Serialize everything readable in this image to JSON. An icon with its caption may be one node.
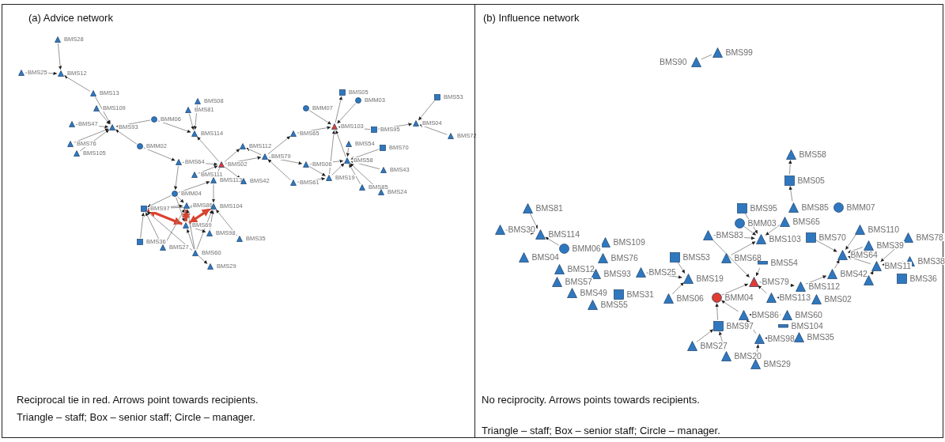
{
  "diagram": {
    "nodes": [
      {
        "text": [
          "(a)  Advice network",
          "Reciprocal tie in red. Arrows point towards recipients.",
          "Triangle – staff; Box – senior staff; Circle – manager."
        ]
      },
      {
        "text": [],
        "shape": "triangle",
        "beside": [
          "BMS28"
        ],
        "in": 0
      },
      {
        "text": [],
        "shape": "triangle",
        "beside": [
          "BMS25"
        ],
        "in": 0
      },
      {
        "text": [],
        "shape": "triangle",
        "beside": [
          "BMS12"
        ],
        "in": 0
      },
      {
        "text": [],
        "shape": "triangle",
        "beside": [
          "BMS13"
        ],
        "in": 0
      },
      {
        "text": [],
        "shape": "triangle",
        "beside": [
          "BMS109"
        ],
        "in": 0
      },
      {
        "text": [],
        "shape": "triangle",
        "beside": [
          "BMS08"
        ],
        "in": 0
      },
      {
        "text": [],
        "shape": "triangle",
        "beside": [
          "BMS81"
        ],
        "in": 0
      },
      {
        "text": [],
        "shape": "box",
        "beside": [
          "BMS05"
        ],
        "in": 0
      },
      {
        "text": [],
        "shape": "circle",
        "beside": [
          "BMM03"
        ],
        "in": 0
      },
      {
        "text": [],
        "shape": "circle",
        "beside": [
          "BMM07"
        ],
        "in": 0
      },
      {
        "text": [],
        "shape": "box",
        "beside": [
          "BMS53"
        ],
        "in": 0
      },
      {
        "text": [],
        "shape": "circle",
        "beside": [
          "BMM06"
        ],
        "in": 0
      },
      {
        "text": [],
        "shape": "triangle",
        "beside": [
          "BMS47"
        ],
        "in": 0
      },
      {
        "text": [],
        "shape": "triangle",
        "beside": [
          "BMS93"
        ],
        "in": 0
      },
      {
        "text": [],
        "shape": "triangle",
        "beside": [
          "BMS04"
        ],
        "in": 0
      },
      {
        "text": [],
        "shape": "triangle",
        "beside": [
          "BMS103"
        ],
        "in": 0
      },
      {
        "text": [],
        "shape": "box",
        "beside": [
          "BMS95"
        ],
        "in": 0
      },
      {
        "text": [],
        "shape": "triangle",
        "beside": [
          "BMS114"
        ],
        "in": 0
      },
      {
        "text": [],
        "shape": "triangle",
        "beside": [
          "BMS65"
        ],
        "in": 0
      },
      {
        "text": [],
        "shape": "triangle",
        "beside": [
          "BMS72"
        ],
        "in": 0
      },
      {
        "text": [],
        "shape": "triangle",
        "beside": [
          "BMS76"
        ],
        "in": 0
      },
      {
        "text": [],
        "shape": "triangle",
        "beside": [
          "BMS54"
        ],
        "in": 0
      },
      {
        "text": [],
        "shape": "box",
        "beside": [
          "BMS70"
        ],
        "in": 0
      },
      {
        "text": [],
        "shape": "circle",
        "beside": [
          "BMM02"
        ],
        "in": 0
      },
      {
        "text": [],
        "shape": "triangle",
        "beside": [
          "BMS112"
        ],
        "in": 0
      },
      {
        "text": [],
        "shape": "triangle",
        "beside": [
          "BMS105"
        ],
        "in": 0
      },
      {
        "text": [],
        "shape": "triangle",
        "beside": [
          "BMS79"
        ],
        "in": 0
      },
      {
        "text": [],
        "shape": "triangle",
        "beside": [
          "BMS58"
        ],
        "in": 0
      },
      {
        "text": [],
        "shape": "triangle",
        "beside": [
          "BMS64"
        ],
        "in": 0
      },
      {
        "text": [],
        "shape": "triangle",
        "beside": [
          "BMS02"
        ],
        "in": 0
      },
      {
        "text": [],
        "shape": "triangle",
        "beside": [
          "BMS06"
        ],
        "in": 0
      },
      {
        "text": [],
        "shape": "triangle",
        "beside": [
          "BMS43"
        ],
        "in": 0
      },
      {
        "text": [],
        "shape": "triangle",
        "beside": [
          "BMS111"
        ],
        "in": 0
      },
      {
        "text": [],
        "shape": "triangle",
        "beside": [
          "BMS19"
        ],
        "in": 0
      },
      {
        "text": [],
        "shape": "triangle",
        "beside": [
          "BMS113"
        ],
        "in": 0
      },
      {
        "text": [],
        "shape": "triangle",
        "beside": [
          "BMS42"
        ],
        "in": 0
      },
      {
        "text": [],
        "shape": "triangle",
        "beside": [
          "BMS61"
        ],
        "in": 0
      },
      {
        "text": [],
        "shape": "triangle",
        "beside": [
          "BMS85"
        ],
        "in": 0
      },
      {
        "text": [],
        "shape": "triangle",
        "beside": [
          "BMS24"
        ],
        "in": 0
      },
      {
        "text": [],
        "shape": "circle",
        "beside": [
          "BMM04"
        ],
        "in": 0
      },
      {
        "text": [],
        "shape": "triangle",
        "beside": [
          "BMS86"
        ],
        "in": 0
      },
      {
        "text": [],
        "shape": "triangle",
        "beside": [
          "BMS104"
        ],
        "in": 0
      },
      {
        "text": [],
        "shape": "box",
        "beside": [
          "BMS97"
        ],
        "in": 0
      },
      {
        "text": [],
        "shape": "triangle",
        "beside": [
          "BMS69"
        ],
        "in": 0
      },
      {
        "text": [],
        "shape": "triangle",
        "beside": [
          "BMS98"
        ],
        "in": 0
      },
      {
        "text": [],
        "shape": "triangle",
        "beside": [
          "BMS35"
        ],
        "in": 0
      },
      {
        "text": [],
        "shape": "box",
        "beside": [
          "BMS36"
        ],
        "in": 0
      },
      {
        "text": [],
        "shape": "triangle",
        "beside": [
          "BMS27"
        ],
        "in": 0
      },
      {
        "text": [],
        "shape": "triangle",
        "beside": [
          "BMS60"
        ],
        "in": 0
      },
      {
        "text": [],
        "shape": "triangle",
        "beside": [
          "BMS29"
        ],
        "in": 0
      },
      {
        "text": [
          "(b) Influence network",
          "No reciprocity. Arrows points towards recipients.",
          "Triangle – staff; Box – senior staff; Circle – manager."
        ]
      },
      {
        "text": [],
        "shape": "triangle",
        "beside": [
          "BMS90"
        ],
        "in": 51
      },
      {
        "text": [],
        "shape": "triangle",
        "beside": [
          "BMS99"
        ],
        "in": 51
      },
      {
        "text": [],
        "shape": "triangle",
        "beside": [
          "BMS58"
        ],
        "in": 51
      },
      {
        "text": [],
        "shape": "box",
        "beside": [
          "BMS05"
        ],
        "in": 51
      },
      {
        "text": [],
        "shape": "box",
        "beside": [
          "BMS95"
        ],
        "in": 51
      },
      {
        "text": [],
        "shape": "triangle",
        "beside": [
          "BMS85"
        ],
        "in": 51
      },
      {
        "text": [],
        "shape": "circle",
        "beside": [
          "BMM07"
        ],
        "in": 51
      },
      {
        "text": [],
        "shape": "circle",
        "beside": [
          "BMM03"
        ],
        "in": 51
      },
      {
        "text": [],
        "shape": "triangle",
        "beside": [
          "BMS65"
        ],
        "in": 51
      },
      {
        "text": [],
        "shape": "triangle",
        "beside": [
          "BMS81"
        ],
        "in": 51
      },
      {
        "text": [],
        "shape": "triangle",
        "beside": [
          "BMS30"
        ],
        "in": 51
      },
      {
        "text": [],
        "shape": "triangle",
        "beside": [
          "BMS110"
        ],
        "in": 51
      },
      {
        "text": [],
        "shape": "triangle",
        "beside": [
          "BMS114"
        ],
        "in": 51
      },
      {
        "text": [],
        "shape": "triangle",
        "beside": [
          "BMS83"
        ],
        "in": 51
      },
      {
        "text": [],
        "shape": "triangle",
        "beside": [
          "BMS103"
        ],
        "in": 51
      },
      {
        "text": [],
        "shape": "box",
        "beside": [
          "BMS70"
        ],
        "in": 51
      },
      {
        "text": [],
        "shape": "triangle",
        "beside": [
          "BMS78"
        ],
        "in": 51
      },
      {
        "text": [],
        "shape": "triangle",
        "beside": [
          "BMS109"
        ],
        "in": 51
      },
      {
        "text": [],
        "shape": "triangle",
        "beside": [
          "BMS39"
        ],
        "in": 51
      },
      {
        "text": [],
        "shape": "circle",
        "beside": [
          "BMM06"
        ],
        "in": 51
      },
      {
        "text": [],
        "shape": "triangle",
        "beside": [
          "BMS64"
        ],
        "in": 51
      },
      {
        "text": [],
        "shape": "triangle",
        "beside": [
          "BMS04"
        ],
        "in": 51
      },
      {
        "text": [],
        "shape": "box",
        "beside": [
          "BMS53"
        ],
        "in": 51
      },
      {
        "text": [],
        "shape": "triangle",
        "beside": [
          "BMS68"
        ],
        "in": 51
      },
      {
        "text": [],
        "shape": "triangle",
        "beside": [
          "BMS76"
        ],
        "in": 51
      },
      {
        "text": [],
        "shape": "triangle",
        "beside": [
          "BMS38"
        ],
        "in": 51
      },
      {
        "text": [],
        "shape": "bar",
        "beside": [
          "BMS54"
        ],
        "in": 51
      },
      {
        "text": [],
        "shape": "triangle",
        "beside": [
          "BMS11"
        ],
        "in": 51
      },
      {
        "text": [],
        "shape": "triangle",
        "beside": [
          "BMS12"
        ],
        "in": 51
      },
      {
        "text": [],
        "shape": "triangle",
        "beside": [
          "BMS25"
        ],
        "in": 51
      },
      {
        "text": [],
        "shape": "triangle",
        "beside": [
          "BMS42"
        ],
        "in": 51
      },
      {
        "text": [],
        "shape": "triangle",
        "beside": [
          "BMS93"
        ],
        "in": 51
      },
      {
        "text": [],
        "shape": "triangle",
        "beside": [
          "BMS19"
        ],
        "in": 51
      },
      {
        "text": [],
        "shape": "box",
        "beside": [
          "BMS36"
        ],
        "in": 51
      },
      {
        "text": [],
        "shape": "triangle",
        "in": 51
      },
      {
        "text": [],
        "shape": "triangle",
        "beside": [
          "BMS57"
        ],
        "in": 51
      },
      {
        "text": [],
        "shape": "triangle",
        "beside": [
          "BMS79"
        ],
        "in": 51
      },
      {
        "text": [],
        "shape": "triangle",
        "beside": [
          "BMS112"
        ],
        "in": 51
      },
      {
        "text": [],
        "shape": "triangle",
        "beside": [
          "BMS49"
        ],
        "in": 51
      },
      {
        "text": [],
        "shape": "box",
        "beside": [
          "BMS31"
        ],
        "in": 51
      },
      {
        "text": [],
        "shape": "triangle",
        "beside": [
          "BMS113"
        ],
        "in": 51
      },
      {
        "text": [],
        "shape": "circle",
        "beside": [
          "BMM04"
        ],
        "in": 51
      },
      {
        "text": [],
        "shape": "triangle",
        "beside": [
          "BMS02"
        ],
        "in": 51
      },
      {
        "text": [],
        "shape": "triangle",
        "beside": [
          "BMS06"
        ],
        "in": 51
      },
      {
        "text": [],
        "shape": "triangle",
        "beside": [
          "BMS55"
        ],
        "in": 51
      },
      {
        "text": [],
        "shape": "triangle",
        "beside": [
          "BMS86"
        ],
        "in": 51
      },
      {
        "text": [],
        "shape": "triangle",
        "beside": [
          "BMS60"
        ],
        "in": 51
      },
      {
        "text": [],
        "shape": "bar",
        "beside": [
          "BMS104"
        ],
        "in": 51
      },
      {
        "text": [],
        "shape": "box",
        "beside": [
          "BMS97"
        ],
        "in": 51
      },
      {
        "text": [],
        "shape": "triangle",
        "beside": [
          "BMS98"
        ],
        "in": 51
      },
      {
        "text": [],
        "shape": "triangle",
        "beside": [
          "BMS35"
        ],
        "in": 51
      },
      {
        "text": [],
        "shape": "triangle",
        "beside": [
          "BMS27"
        ],
        "in": 51
      },
      {
        "text": [],
        "shape": "triangle",
        "beside": [
          "BMS20"
        ],
        "in": 51
      },
      {
        "text": [],
        "shape": "triangle",
        "beside": [
          "BMS29"
        ],
        "in": 51
      }
    ],
    "edges": [
      {
        "from": 1,
        "to": 3,
        "arrow": "to"
      },
      {
        "from": 2,
        "to": 3,
        "arrow": "to"
      },
      {
        "from": 4,
        "to": 3,
        "arrow": "to"
      },
      {
        "from": 4,
        "to": 14,
        "arrow": "to"
      },
      {
        "from": 5,
        "to": 14,
        "arrow": "to"
      },
      {
        "from": 13,
        "to": 14,
        "arrow": "to"
      },
      {
        "from": 21,
        "to": 14,
        "arrow": "to"
      },
      {
        "from": 26,
        "to": 14,
        "arrow": "to"
      },
      {
        "from": 12,
        "to": 14,
        "arrow": "to"
      },
      {
        "from": 24,
        "to": 14,
        "arrow": "to"
      },
      {
        "from": 12,
        "to": 18,
        "arrow": "to"
      },
      {
        "from": 24,
        "to": 29,
        "arrow": "to"
      },
      {
        "from": 7,
        "to": 18,
        "arrow": "to"
      },
      {
        "from": 6,
        "to": 18,
        "arrow": "to"
      },
      {
        "from": 30,
        "to": 18,
        "arrow": "to"
      },
      {
        "from": 29,
        "to": 30,
        "arrow": "to"
      },
      {
        "from": 30,
        "to": 25,
        "arrow": "to"
      },
      {
        "from": 30,
        "to": 27,
        "arrow": "to"
      },
      {
        "from": 30,
        "to": 36,
        "arrow": "to"
      },
      {
        "from": 30,
        "to": 35,
        "arrow": "to"
      },
      {
        "from": 33,
        "to": 30,
        "arrow": "to"
      },
      {
        "from": 27,
        "to": 25,
        "arrow": "to"
      },
      {
        "from": 27,
        "to": 19,
        "arrow": "to"
      },
      {
        "from": 19,
        "to": 16,
        "arrow": "to"
      },
      {
        "from": 27,
        "to": 31,
        "arrow": "to"
      },
      {
        "from": 37,
        "to": 27,
        "arrow": "to"
      },
      {
        "from": 37,
        "to": 34,
        "arrow": "to"
      },
      {
        "from": 31,
        "to": 34,
        "arrow": "to"
      },
      {
        "from": 31,
        "to": 28,
        "arrow": "to"
      },
      {
        "from": 34,
        "to": 28,
        "arrow": "to"
      },
      {
        "from": 34,
        "to": 16,
        "arrow": "to"
      },
      {
        "from": 28,
        "to": 16,
        "arrow": "to"
      },
      {
        "from": 10,
        "to": 16,
        "arrow": "to"
      },
      {
        "from": 16,
        "to": 8,
        "arrow": "to"
      },
      {
        "from": 9,
        "to": 16,
        "arrow": "to"
      },
      {
        "from": 17,
        "to": 16,
        "arrow": "to"
      },
      {
        "from": 17,
        "to": 15,
        "arrow": "to"
      },
      {
        "from": 11,
        "to": 15,
        "arrow": "to"
      },
      {
        "from": 20,
        "to": 15,
        "arrow": "to"
      },
      {
        "from": 22,
        "to": 28,
        "arrow": "to"
      },
      {
        "from": 23,
        "to": 28,
        "arrow": "to"
      },
      {
        "from": 32,
        "to": 28,
        "arrow": "to"
      },
      {
        "from": 38,
        "to": 28,
        "arrow": "to"
      },
      {
        "from": 39,
        "to": 28,
        "arrow": "to"
      },
      {
        "from": 29,
        "to": 40,
        "arrow": "to"
      },
      {
        "from": 40,
        "to": 35,
        "arrow": "to"
      },
      {
        "from": 40,
        "to": 43,
        "arrow": "to"
      },
      {
        "from": 40,
        "to": 41,
        "arrow": "to"
      },
      {
        "from": 40,
        "to": 44,
        "arrow": "to"
      },
      {
        "from": 43,
        "to": 41,
        "arrow": "to"
      },
      {
        "from": 43,
        "to": 42,
        "arrow": "to"
      },
      {
        "from": 43,
        "to": 44,
        "arrow": "both",
        "style": "thick",
        "color": "#d9432f"
      },
      {
        "from": 41,
        "to": 44,
        "arrow": "both",
        "style": "thick",
        "color": "#d9432f"
      },
      {
        "from": 44,
        "to": 42,
        "arrow": "both",
        "style": "thick",
        "color": "#d9432f"
      },
      {
        "from": 47,
        "to": 43,
        "arrow": "to"
      },
      {
        "from": 48,
        "to": 43,
        "arrow": "to"
      },
      {
        "from": 49,
        "to": 43,
        "arrow": "to"
      },
      {
        "from": 49,
        "to": 44,
        "arrow": "to"
      },
      {
        "from": 49,
        "to": 41,
        "arrow": "to"
      },
      {
        "from": 49,
        "to": 42,
        "arrow": "to"
      },
      {
        "from": 49,
        "to": 50,
        "arrow": "to"
      },
      {
        "from": 45,
        "to": 42,
        "arrow": "to"
      },
      {
        "from": 46,
        "to": 42,
        "arrow": "to"
      },
      {
        "from": 48,
        "to": 41,
        "arrow": "to"
      },
      {
        "from": 44,
        "to": 45,
        "arrow": "to"
      },
      {
        "from": 35,
        "to": 42,
        "arrow": "to"
      },
      {
        "from": 41,
        "to": 42,
        "arrow": "to"
      },
      {
        "from": 52,
        "to": 53,
        "arrow": "none"
      },
      {
        "from": 57,
        "to": 55,
        "arrow": "to"
      },
      {
        "from": 55,
        "to": 54,
        "arrow": "to"
      },
      {
        "from": 56,
        "to": 66,
        "arrow": "to"
      },
      {
        "from": 59,
        "to": 66,
        "arrow": "to"
      },
      {
        "from": 60,
        "to": 66,
        "arrow": "to"
      },
      {
        "from": 65,
        "to": 66,
        "arrow": "to"
      },
      {
        "from": 75,
        "to": 66,
        "arrow": "to"
      },
      {
        "from": 65,
        "to": 88,
        "arrow": "to"
      },
      {
        "from": 78,
        "to": 88,
        "arrow": "to"
      },
      {
        "from": 93,
        "to": 88,
        "arrow": "to"
      },
      {
        "from": 92,
        "to": 88,
        "arrow": "to"
      },
      {
        "from": 88,
        "to": 89,
        "arrow": "to"
      },
      {
        "from": 67,
        "to": 72,
        "arrow": "to"
      },
      {
        "from": 63,
        "to": 72,
        "arrow": "to"
      },
      {
        "from": 70,
        "to": 72,
        "arrow": "to"
      },
      {
        "from": 79,
        "to": 72,
        "arrow": "to"
      },
      {
        "from": 82,
        "to": 72,
        "arrow": "to"
      },
      {
        "from": 89,
        "to": 82,
        "arrow": "to"
      },
      {
        "from": 68,
        "to": 79,
        "arrow": "to"
      },
      {
        "from": 77,
        "to": 79,
        "arrow": "to"
      },
      {
        "from": 86,
        "to": 79,
        "arrow": "to"
      },
      {
        "from": 81,
        "to": 84,
        "arrow": "to"
      },
      {
        "from": 95,
        "to": 84,
        "arrow": "to"
      },
      {
        "from": 74,
        "to": 84,
        "arrow": "to"
      },
      {
        "from": 61,
        "to": 64,
        "arrow": "to"
      },
      {
        "from": 62,
        "to": 64,
        "arrow": "to"
      },
      {
        "from": 71,
        "to": 64,
        "arrow": "to"
      },
      {
        "from": 97,
        "to": 93,
        "arrow": "to"
      },
      {
        "from": 100,
        "to": 93,
        "arrow": "to"
      },
      {
        "from": 103,
        "to": 100,
        "arrow": "to"
      },
      {
        "from": 104,
        "to": 100,
        "arrow": "to"
      },
      {
        "from": 101,
        "to": 97,
        "arrow": "to"
      },
      {
        "from": 98,
        "to": 97,
        "arrow": "to"
      },
      {
        "from": 105,
        "to": 101,
        "arrow": "to"
      },
      {
        "from": 102,
        "to": 101,
        "arrow": "to"
      },
      {
        "from": 94,
        "to": 92,
        "arrow": "to"
      }
    ]
  }
}
